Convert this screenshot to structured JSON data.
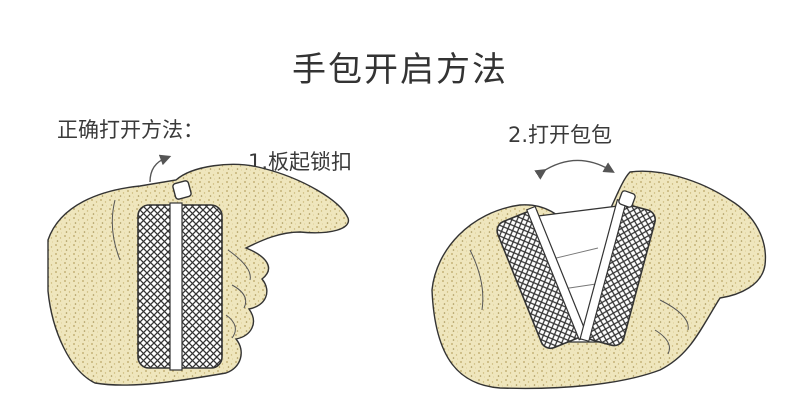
{
  "title": "手包开启方法",
  "method_label": "正确打开方法：",
  "step1": {
    "text": "1.板起锁扣",
    "icon": "curved-arrow-icon"
  },
  "step2": {
    "text": "2.打开包包",
    "icon": "double-curved-arrow-icon"
  },
  "colors": {
    "text": "#333333",
    "hand_fill": "#efe6bd",
    "hand_speckle": "#b9a464",
    "outline": "#333333"
  }
}
